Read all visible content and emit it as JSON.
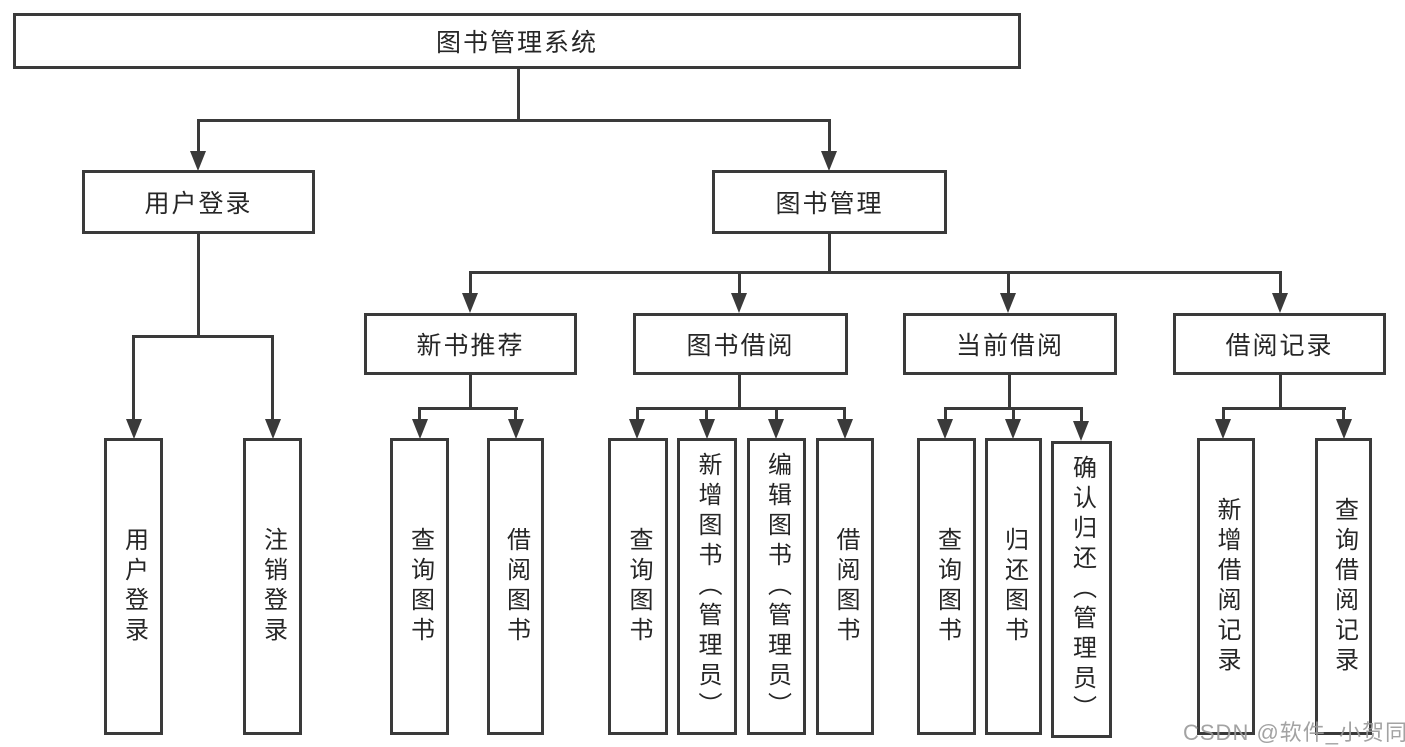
{
  "tree": {
    "root": {
      "label": "图书管理系统"
    },
    "level2": [
      {
        "label": "用户登录"
      },
      {
        "label": "图书管理"
      }
    ],
    "level3": [
      {
        "label": "新书推荐"
      },
      {
        "label": "图书借阅"
      },
      {
        "label": "当前借阅"
      },
      {
        "label": "借阅记录"
      }
    ],
    "leaves": {
      "user_login": [
        {
          "label": "用户登录"
        },
        {
          "label": "注销登录"
        }
      ],
      "new_books": [
        {
          "label": "查询图书"
        },
        {
          "label": "借阅图书"
        }
      ],
      "book_borrow": [
        {
          "label": "查询图书"
        },
        {
          "label": "新增图书（管理员）"
        },
        {
          "label": "编辑图书（管理员）"
        },
        {
          "label": "借阅图书"
        }
      ],
      "current_borrow": [
        {
          "label": "查询图书"
        },
        {
          "label": "归还图书"
        },
        {
          "label": "确认归还（管理员）"
        }
      ],
      "borrow_records": [
        {
          "label": "新增借阅记录"
        },
        {
          "label": "查询借阅记录"
        }
      ]
    }
  },
  "watermark": "CSDN @软件_小贺同学",
  "colors": {
    "line": "#3a3a3a",
    "text": "#262626",
    "background": "#ffffff",
    "watermark": "#9b9b9b"
  }
}
